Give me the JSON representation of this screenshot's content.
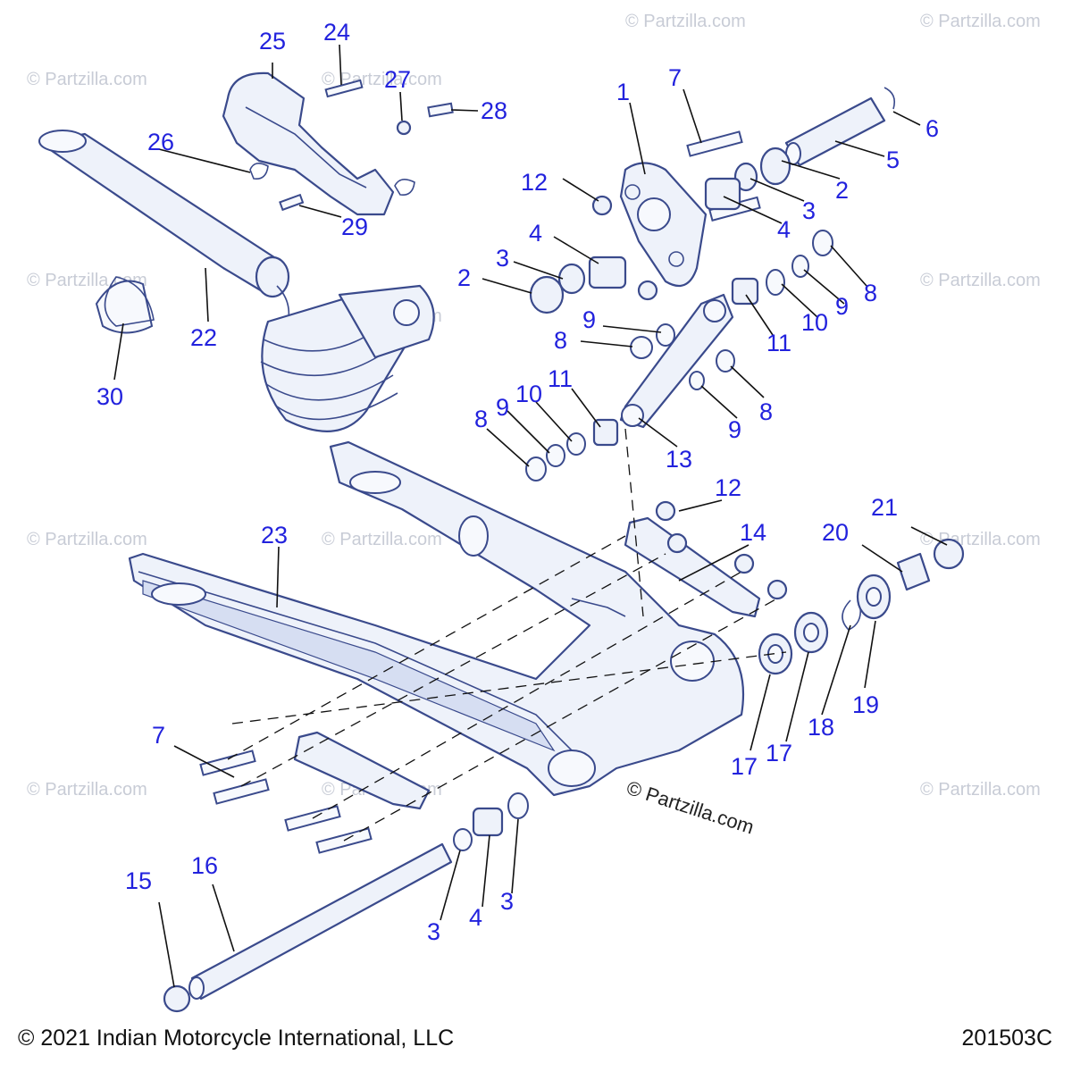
{
  "diagram": {
    "watermark_text": "© Partzilla.com",
    "brand_mark": "© Partzilla.com",
    "callouts": [
      "1",
      "2",
      "2",
      "3",
      "3",
      "3",
      "3",
      "4",
      "4",
      "4",
      "5",
      "6",
      "7",
      "7",
      "8",
      "8",
      "8",
      "8",
      "9",
      "9",
      "9",
      "9",
      "10",
      "10",
      "11",
      "11",
      "12",
      "12",
      "13",
      "14",
      "15",
      "16",
      "17",
      "17",
      "18",
      "19",
      "20",
      "21",
      "22",
      "23",
      "24",
      "25",
      "26",
      "27",
      "28",
      "29",
      "30"
    ],
    "footer_left": "© 2021 Indian Motorcycle International, LLC",
    "footer_right": "201503C",
    "colors": {
      "callout": "#2222dd",
      "line_art": "#3a4a8c",
      "watermark": "#c8ccd6"
    }
  }
}
